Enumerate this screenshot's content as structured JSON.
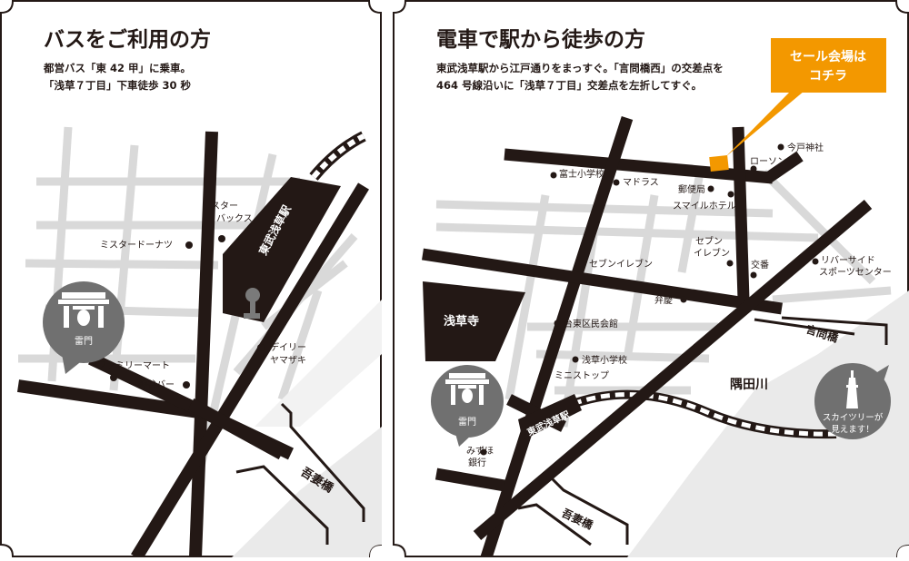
{
  "bus_panel": {
    "title": "バスをご利用の方",
    "description_line1": "都営バス「東 42 甲」に乗車。",
    "description_line2": "「浅草７丁目」下車徒歩 30 秒",
    "station_label": "東武浅草駅",
    "landmarks": {
      "starbucks_line1": "スター",
      "starbucks_line2": "バックス",
      "mister_donut": "ミスタードーナツ",
      "dairy_yamazaki_line1": "デイリー",
      "dairy_yamazaki_line2": "ヤマザキ",
      "family_mart": "ファミリーマート",
      "kamiya_bar": "神谷バー",
      "kaminarimon": "雷門",
      "azumabashi": "吾妻橋"
    }
  },
  "train_panel": {
    "title": "電車で駅から徒歩の方",
    "description_line1": "東武浅草駅から江戸通りをまっすぐ。「言問橋西」の交差点を",
    "description_line2": "464 号線沿いに「浅草７丁目」交差点を左折してすぐ。",
    "callout_line1": "セール会場は",
    "callout_line2": "コチラ",
    "accent_color": "#f39800",
    "landmarks": {
      "imado_shrine": "今戸神社",
      "lawson": "ローソン",
      "fuji_school": "富士小学校",
      "madras": "マドラス",
      "post_office": "郵便局",
      "smile_hotel": "スマイルホテル",
      "seven_a_line1": "セブン",
      "seven_a_line2": "イレブン",
      "seven_b": "セブンイレブン",
      "koban": "交番",
      "riverside_line1": "リバーサイド",
      "riverside_line2": "スポーツセンター",
      "benkei": "弁慶",
      "sensoji": "浅草寺",
      "taito_hall": "台東区民会館",
      "asakusa_school": "浅草小学校",
      "ministop": "ミニストップ",
      "kototoi_bridge": "言問橋",
      "sumida_river": "隅田川",
      "kaminarimon": "雷門",
      "tobu_station": "東武浅草駅",
      "mizuho_line1": "みずほ",
      "mizuho_line2": "銀行",
      "azumabashi": "吾妻橋",
      "skytree_line1": "スカイツリーが",
      "skytree_line2": "見えます！"
    }
  }
}
